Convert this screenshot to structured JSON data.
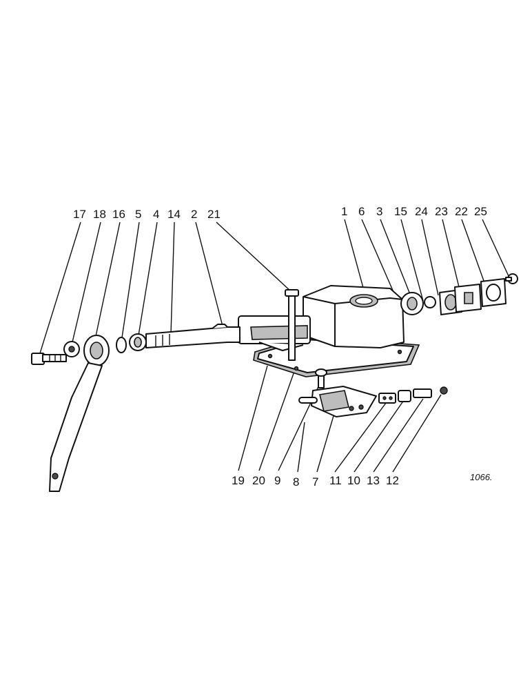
{
  "top_labels": [
    "17",
    "18",
    "16",
    "5",
    "4",
    "14",
    "2",
    "21",
    "1",
    "6",
    "3",
    "15",
    "24",
    "23",
    "22",
    "25"
  ],
  "bottom_labels": [
    "19",
    "20",
    "9",
    "8",
    "7",
    "11",
    "10",
    "13",
    "12"
  ],
  "figure_number": "1066."
}
